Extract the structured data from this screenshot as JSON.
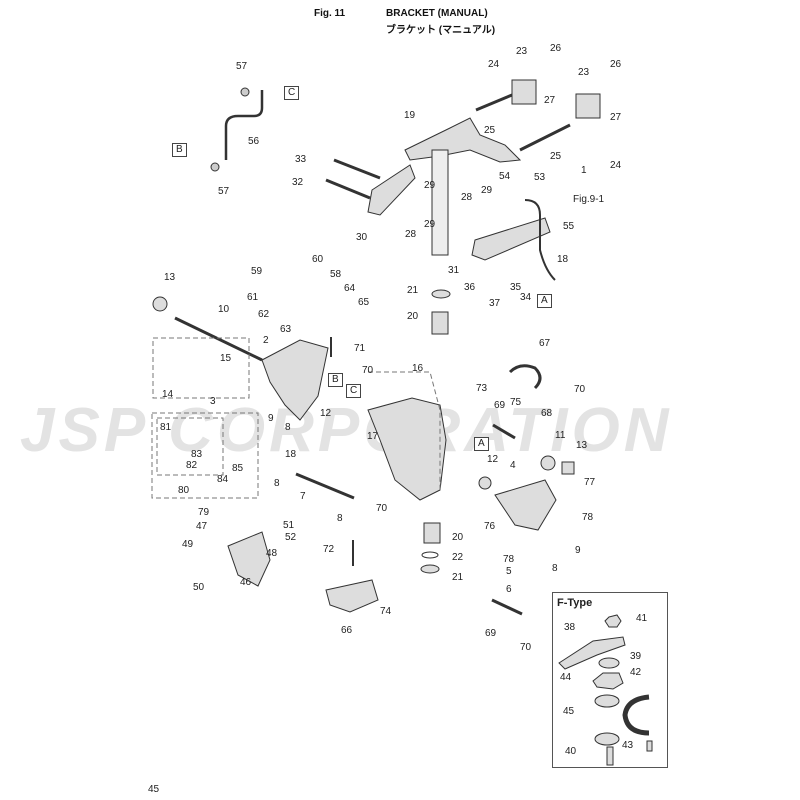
{
  "header": {
    "figure": "Fig. 11",
    "title_en": "BRACKET (MANUAL)",
    "title_jp": "ブラケット (マニュアル)"
  },
  "watermark": "JSP CORPORATION",
  "page_number": "45",
  "references": {
    "A": "A",
    "B": "B",
    "C": "C",
    "fig_ref": "Fig.9-1"
  },
  "ftype": {
    "title": "F-Type",
    "labels": [
      "38",
      "41",
      "39",
      "44",
      "42",
      "45",
      "40",
      "43"
    ]
  },
  "callouts": [
    "1",
    "2",
    "3",
    "4",
    "5",
    "6",
    "7",
    "8",
    "9",
    "10",
    "11",
    "12",
    "13",
    "14",
    "15",
    "16",
    "17",
    "18",
    "19",
    "20",
    "21",
    "22",
    "23",
    "24",
    "25",
    "26",
    "27",
    "28",
    "29",
    "30",
    "31",
    "32",
    "33",
    "34",
    "35",
    "36",
    "37",
    "46",
    "47",
    "48",
    "49",
    "50",
    "51",
    "52",
    "53",
    "54",
    "55",
    "56",
    "57",
    "58",
    "59",
    "60",
    "61",
    "62",
    "63",
    "64",
    "65",
    "66",
    "67",
    "68",
    "69",
    "70",
    "71",
    "72",
    "73",
    "74",
    "75",
    "76",
    "77",
    "78",
    "79",
    "80",
    "81",
    "82",
    "83",
    "84",
    "85"
  ]
}
